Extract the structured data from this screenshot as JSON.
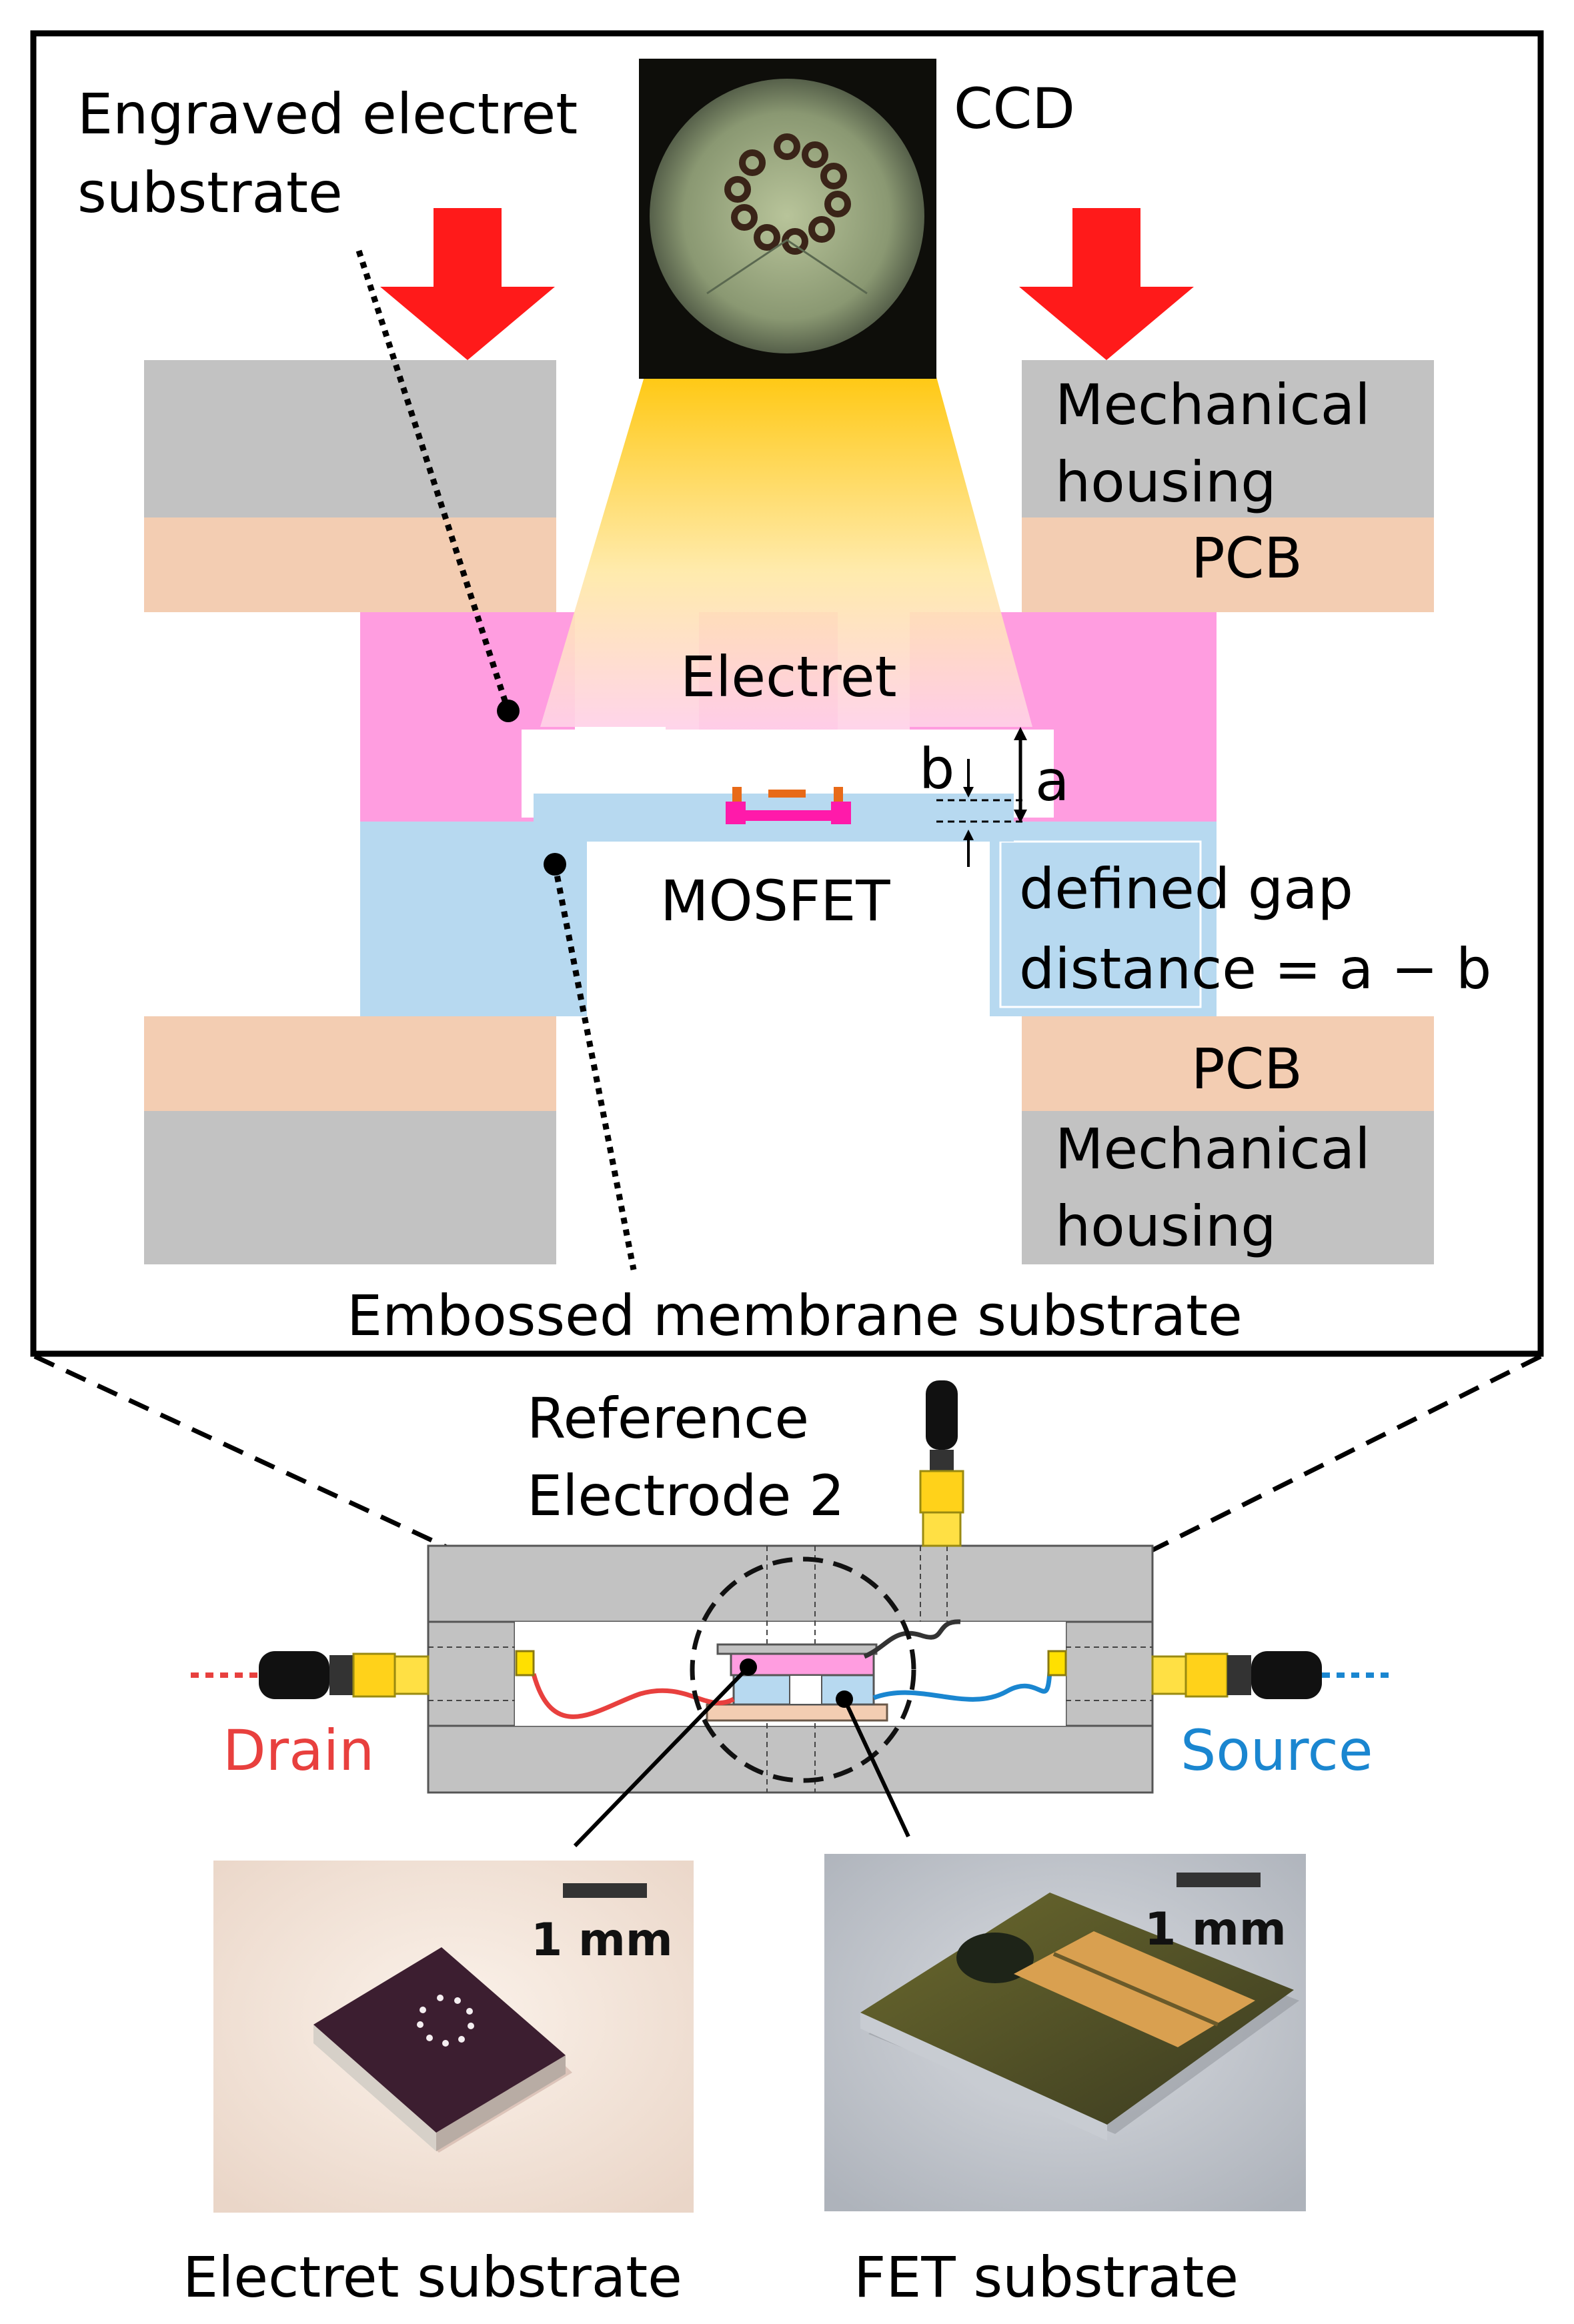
{
  "labels": {
    "engraved_line1": "Engraved electret",
    "engraved_line2": "substrate",
    "ccd": "CCD",
    "mech_top_line1": "Mechanical",
    "mech_top_line2": "housing",
    "pcb_top": "PCB",
    "electret": "Electret",
    "b": "b",
    "a": "a",
    "mosfet": "MOSFET",
    "gap_line1": "defined gap",
    "gap_line2": "distance = a − b",
    "pcb_bottom": "PCB",
    "mech_bottom_line1": "Mechanical",
    "mech_bottom_line2": "housing",
    "embossed": "Embossed membrane substrate",
    "ref_line1": "Reference",
    "ref_line2": "Electrode 2",
    "drain": "Drain",
    "source": "Source",
    "scale_left": "1 mm",
    "scale_right": "1 mm",
    "caption_left": "Electret substrate",
    "caption_right": "FET substrate"
  },
  "colors": {
    "arrow": "#ff1a1a",
    "housing": "#c2c2c2",
    "pcb": "#f3cdb2",
    "electret": "#ff9de0",
    "membrane": "#b7d9f0",
    "drain": "#e8403e",
    "source": "#1a86d0",
    "mosfet_magenta": "#ff1aaa",
    "mosfet_orange": "#e86a18"
  }
}
